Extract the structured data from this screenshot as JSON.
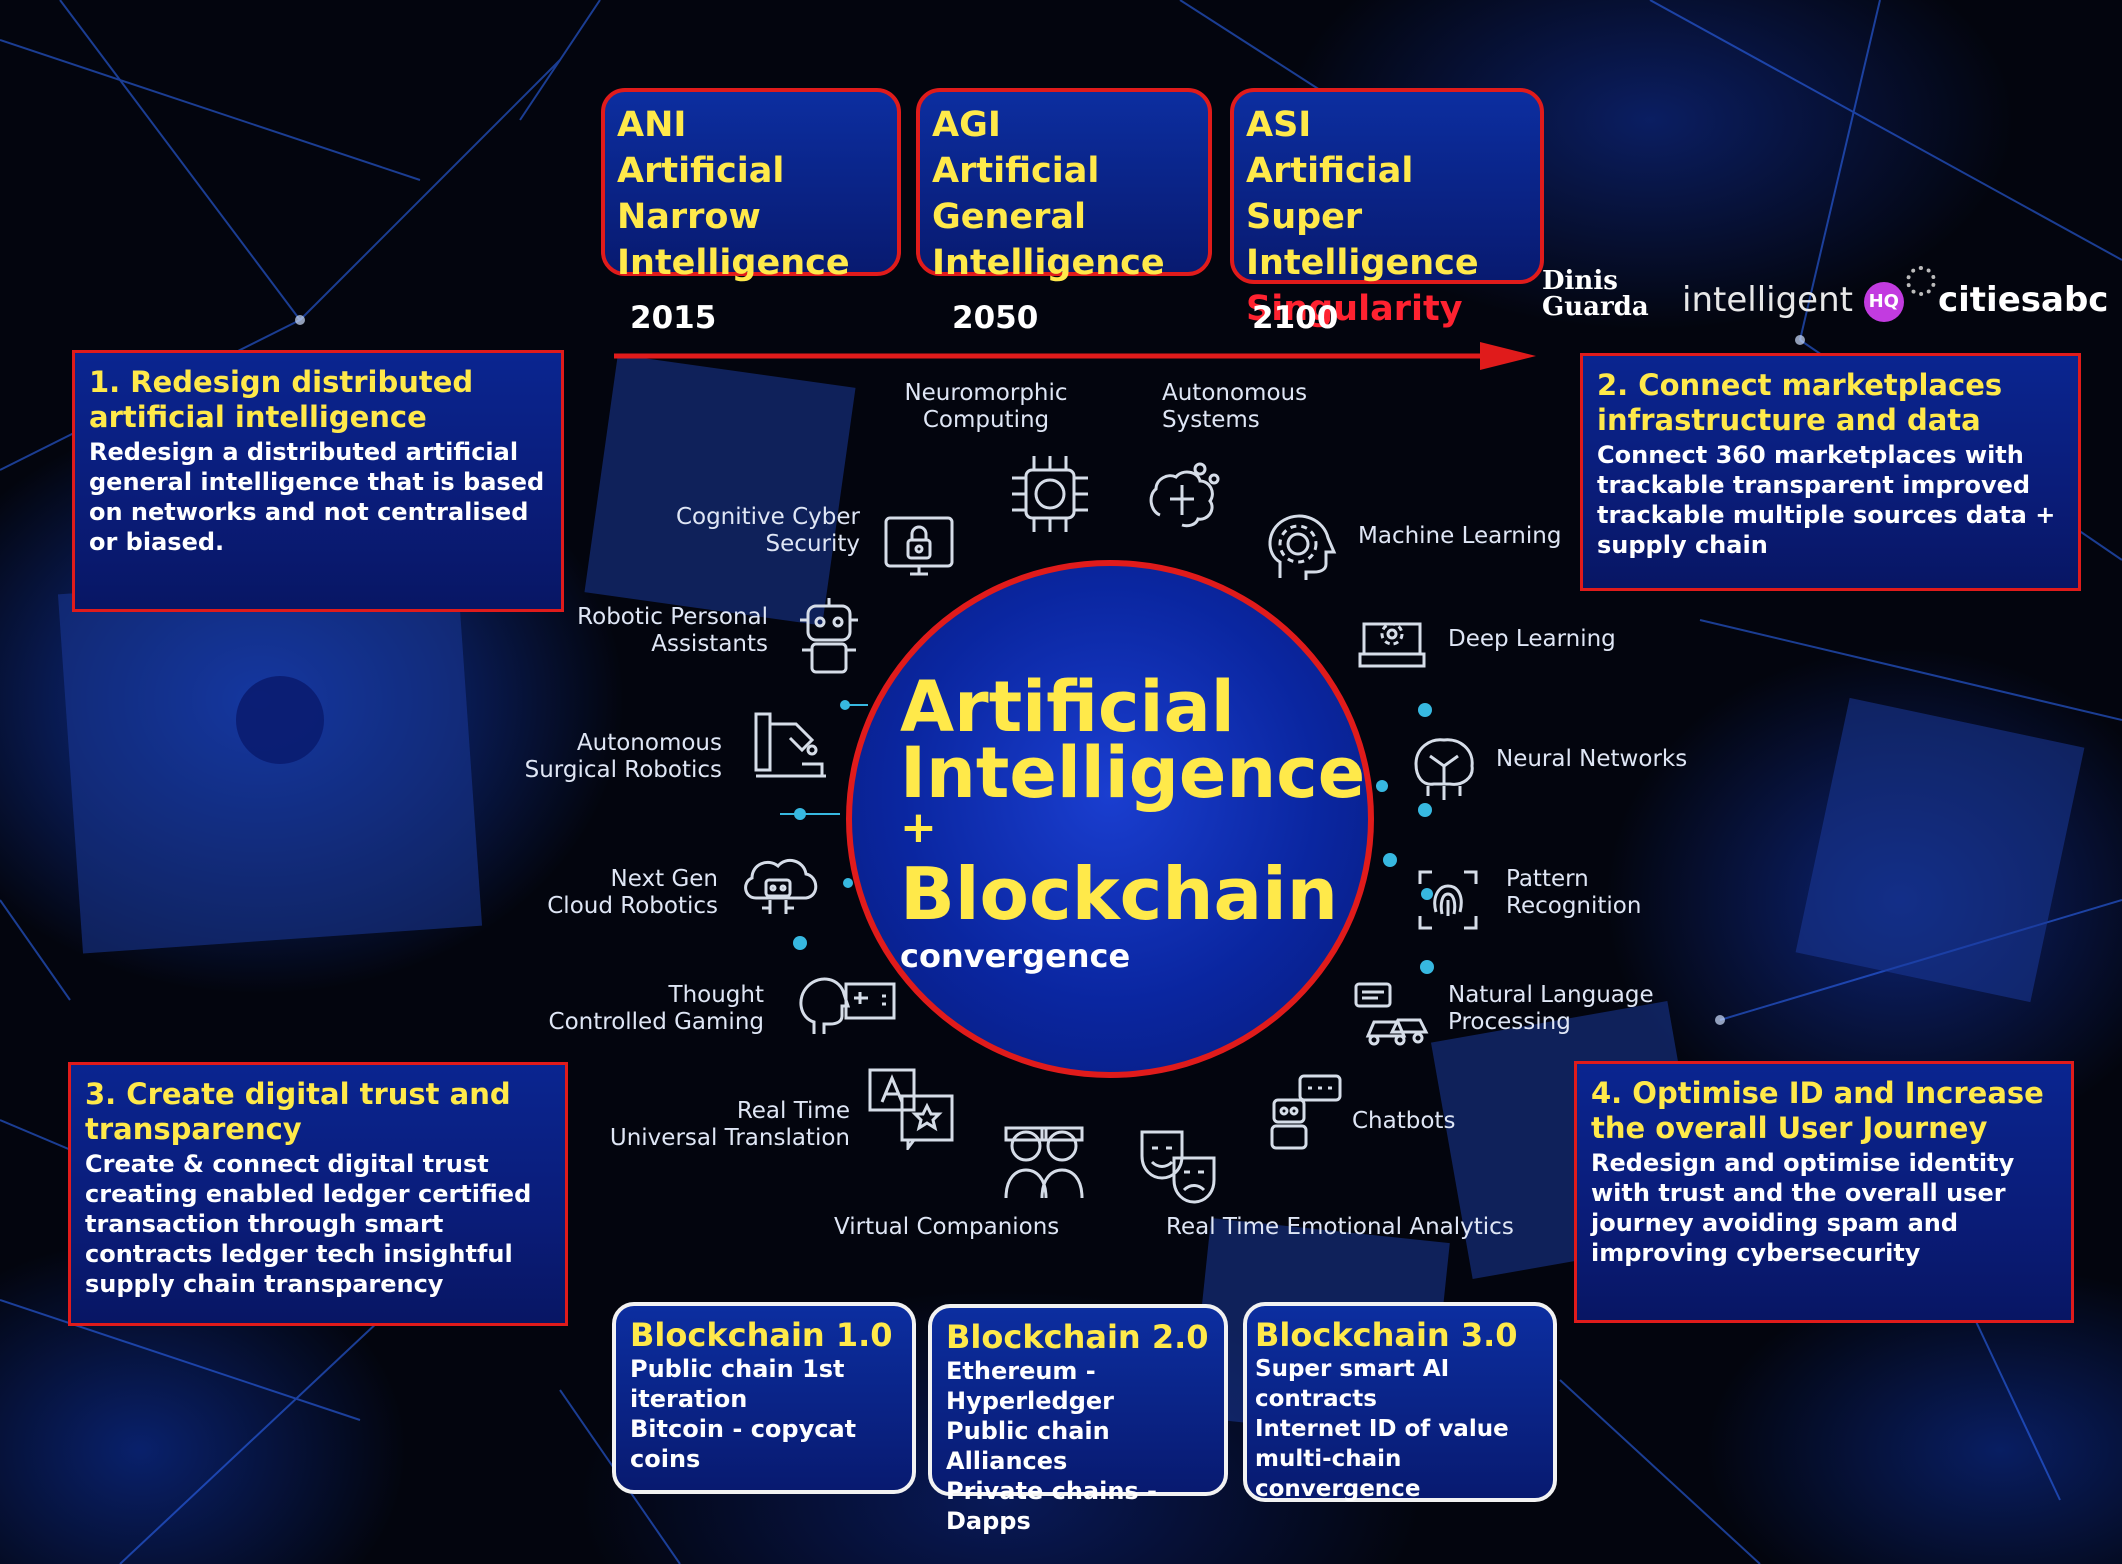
{
  "eras": [
    {
      "abbr": "ANI",
      "lines": [
        "Artificial",
        "Narrow",
        "Intelligence"
      ],
      "year": "2015"
    },
    {
      "abbr": "AGI",
      "lines": [
        "Artificial",
        "General",
        "Intelligence"
      ],
      "year": "2050"
    },
    {
      "abbr": "ASI",
      "lines": [
        "Artificial Super",
        "Intelligence"
      ],
      "highlight": "Singularity",
      "year": "2100"
    }
  ],
  "logos": {
    "person_line1": "Dinis",
    "person_line2": "Guarda",
    "brand1": "intelligent",
    "brand1_mark": "HQ",
    "brand2": "citiesabc"
  },
  "boxes": [
    {
      "title": "1. Redesign distributed artificial intelligence",
      "body": "Redesign a distributed artificial general intelligence that is based on networks and not centralised or biased."
    },
    {
      "title": "2. Connect marketplaces infrastructure and data",
      "body": "Connect 360 marketplaces with trackable transparent improved trackable multiple sources data + supply chain"
    },
    {
      "title": "3. Create digital trust and transparency",
      "body": "Create & connect digital trust creating enabled ledger certified transaction through smart contracts ledger tech insightful supply chain transparency"
    },
    {
      "title": "4. Optimise ID and Increase the overall User Journey",
      "body": "Redesign and optimise identity with trust and the overall user journey avoiding spam and improving cybersecurity"
    }
  ],
  "center": {
    "line1": "Artificial",
    "line2": "Intelligence",
    "plus": "+",
    "line3": "Blockchain",
    "line4": "convergence"
  },
  "topics": {
    "neuromorphic": {
      "l1": "Neuromorphic",
      "l2": "Computing"
    },
    "autonomous_systems": {
      "l1": "Autonomous",
      "l2": "Systems"
    },
    "machine_learning": {
      "l1": "Machine Learning"
    },
    "deep_learning": {
      "l1": "Deep Learning"
    },
    "neural_networks": {
      "l1": "Neural Networks"
    },
    "pattern_recognition": {
      "l1": "Pattern",
      "l2": "Recognition"
    },
    "nlp": {
      "l1": "Natural Language",
      "l2": "Processing"
    },
    "chatbots": {
      "l1": "Chatbots"
    },
    "emotional_analytics": {
      "l1": "Real Time Emotional Analytics"
    },
    "virtual_companions": {
      "l1": "Virtual Companions"
    },
    "translation": {
      "l1": "Real Time",
      "l2": "Universal Translation"
    },
    "thought_gaming": {
      "l1": "Thought",
      "l2": "Controlled Gaming"
    },
    "cloud_robotics": {
      "l1": "Next Gen",
      "l2": "Cloud Robotics"
    },
    "surgical_robotics": {
      "l1": "Autonomous",
      "l2": "Surgical Robotics"
    },
    "personal_assistants": {
      "l1": "Robotic Personal",
      "l2": "Assistants"
    },
    "cyber_security": {
      "l1": "Cognitive Cyber",
      "l2": "Security"
    }
  },
  "blockchain": [
    {
      "title": "Blockchain 1.0",
      "lines": [
        "Public chain 1st",
        "iteration",
        "Bitcoin - copycat",
        "coins"
      ]
    },
    {
      "title": "Blockchain 2.0",
      "lines": [
        "Ethereum -",
        "Hyperledger",
        "Public chain Alliances",
        "Private chains - Dapps"
      ]
    },
    {
      "title": "Blockchain 3.0",
      "lines": [
        "Super smart AI contracts",
        "Internet ID of value",
        "multi-chain convergence"
      ]
    }
  ],
  "colors": {
    "accent_red": "#e01b1b",
    "title_yellow": "#ffe94a",
    "box_blue": "#0a2590"
  }
}
